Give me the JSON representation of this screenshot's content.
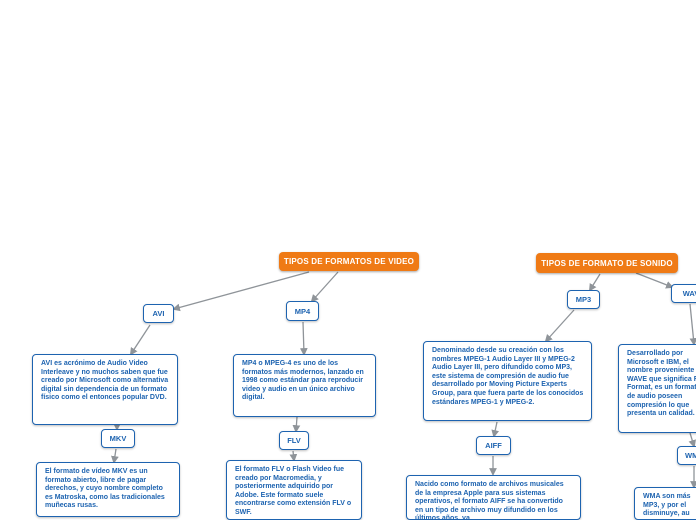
{
  "topics": {
    "video": "TIPOS DE FORMATOS DE VIDEO",
    "sound": "TIPOS DE FORMATO DE SONIDO"
  },
  "labels": {
    "avi": "AVI",
    "mp4": "MP4",
    "mkv": "MKV",
    "flv": "FLV",
    "mp3": "MP3",
    "wav": "WAV",
    "aiff": "AIFF",
    "wma": "WM"
  },
  "descriptions": {
    "avi": "AVI es acrónimo de Audio Video Interleave y no muchos saben que fue creado por Microsoft como alternativa digital sin dependencia de un formato físico como el entonces popular DVD.",
    "mp4": "MP4 o MPEG-4 es uno de los formatos más modernos, lanzado en 1998 como estándar para reproducir video y audio en un único archivo digital.",
    "mkv": "El formato de vídeo MKV es un formato abierto, libre de pagar derechos, y cuyo nombre completo es Matroska, como las tradicionales muñecas rusas.",
    "flv": "El formato FLV o Flash Video fue creado por Macromedia, y posteriormente adquirido por Adobe. Este formato suele encontrarse como extensión FLV o SWF.",
    "mp3": "Denominado desde su creación con los nombres MPEG-1 Audio Layer III y MPEG-2 Audio Layer III, pero difundido como MP3, este sistema de compresión de audio fue desarrollado por Moving Picture Experts Group, para que fuera parte de los conocidos estándares MPEG-1 y MPEG-2.",
    "aiff": "Nacido como formato de archivos musicales de la empresa Apple para sus sistemas operativos, el formato AIFF se ha convertido en un tipo de archivo muy difundido en los últimos años, ya",
    "wav": "Desarrollado por Microsoft e IBM, el nombre proveniente de WAVE que significa File Format, es un formatos de audio poseen compresión lo que presenta un calidad.",
    "wma": "WMA son más MP3, y por el disminuye, au"
  },
  "colors": {
    "topic_bg": "#ef7a15",
    "node_border": "#1d63b0",
    "node_text": "#1d63b0",
    "connector": "#8f9499"
  }
}
